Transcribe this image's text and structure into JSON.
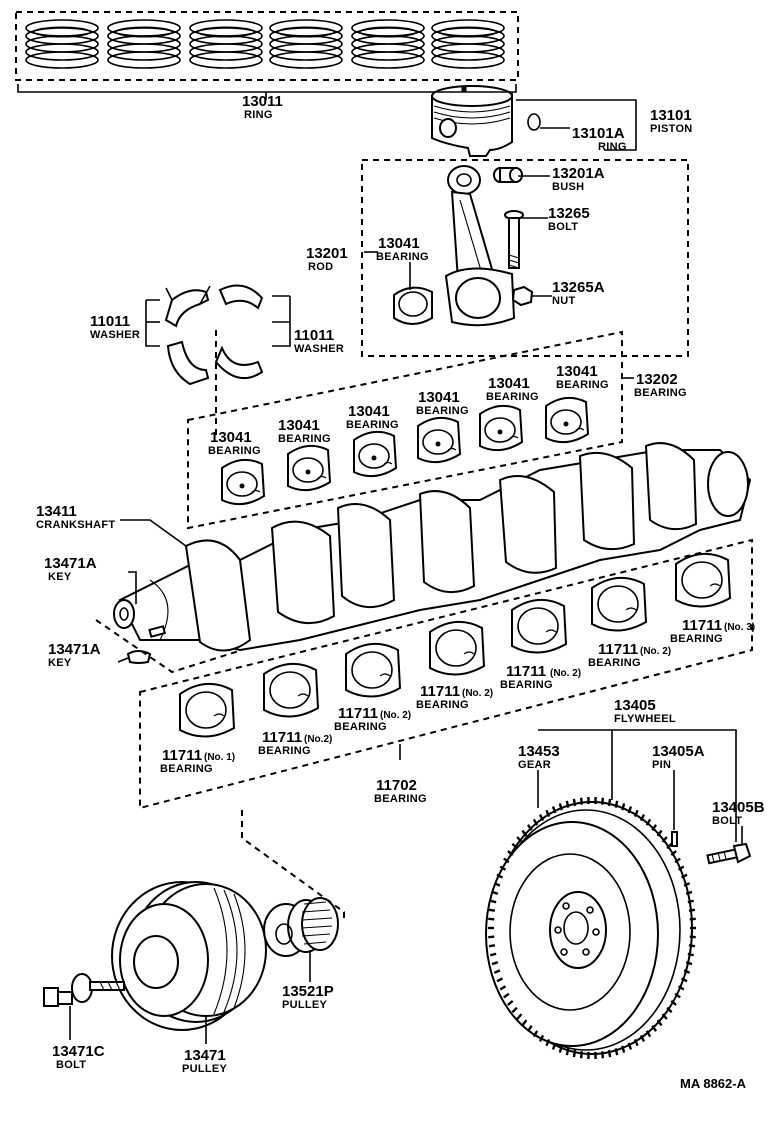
{
  "labels": {
    "ring_13011": {
      "num": "13011",
      "name": "RING"
    },
    "piston_13101": {
      "num": "13101",
      "name": "PISTON"
    },
    "ring_13101a": {
      "num": "13101A",
      "name": "RING"
    },
    "bush_13201a": {
      "num": "13201A",
      "name": "BUSH"
    },
    "bolt_13265": {
      "num": "13265",
      "name": "BOLT"
    },
    "rod_13201": {
      "num": "13201",
      "name": "ROD"
    },
    "bearing_13041_rod": {
      "num": "13041",
      "name": "BEARING"
    },
    "nut_13265a": {
      "num": "13265A",
      "name": "NUT"
    },
    "washer_11011_left": {
      "num": "11011",
      "name": "WASHER"
    },
    "washer_11011_right": {
      "num": "11011",
      "name": "WASHER"
    },
    "bearing_13202": {
      "num": "13202",
      "name": "BEARING"
    },
    "bearing_13041_a": {
      "num": "13041",
      "name": "BEARING"
    },
    "bearing_13041_b": {
      "num": "13041",
      "name": "BEARING"
    },
    "bearing_13041_c": {
      "num": "13041",
      "name": "BEARING"
    },
    "bearing_13041_d": {
      "num": "13041",
      "name": "BEARING"
    },
    "bearing_13041_e": {
      "num": "13041",
      "name": "BEARING"
    },
    "bearing_13041_f": {
      "num": "13041",
      "name": "BEARING"
    },
    "crankshaft_13411": {
      "num": "13411",
      "name": "CRANKSHAFT"
    },
    "key_13471a_top": {
      "num": "13471A",
      "name": "KEY"
    },
    "key_13471a_bottom": {
      "num": "13471A",
      "name": "KEY"
    },
    "bearing_11711_no3": {
      "num": "11711",
      "sub": "(No. 3)",
      "name": "BEARING"
    },
    "bearing_11711_no2_a": {
      "num": "11711",
      "sub": "(No. 2)",
      "name": "BEARING"
    },
    "bearing_11711_no2_b": {
      "num": "11711",
      "sub": "(No. 2)",
      "name": "BEARING"
    },
    "bearing_11711_no2_c": {
      "num": "11711",
      "sub": "(No. 2)",
      "name": "BEARING"
    },
    "bearing_11711_no2_d": {
      "num": "11711",
      "sub": "(No. 2)",
      "name": "BEARING"
    },
    "bearing_11711_no2_e": {
      "num": "11711",
      "sub": "(No.2)",
      "name": "BEARING"
    },
    "bearing_11711_no1": {
      "num": "11711",
      "sub": "(No. 1)",
      "name": "BEARING"
    },
    "bearing_11702": {
      "num": "11702",
      "name": "BEARING"
    },
    "flywheel_13405": {
      "num": "13405",
      "name": "FLYWHEEL"
    },
    "gear_13453": {
      "num": "13453",
      "name": "GEAR"
    },
    "pin_13405a": {
      "num": "13405A",
      "name": "PIN"
    },
    "bolt_13405b": {
      "num": "13405B",
      "name": "BOLT"
    },
    "pulley_13521p": {
      "num": "13521P",
      "name": "PULLEY"
    },
    "bolt_13471c": {
      "num": "13471C",
      "name": "BOLT"
    },
    "pulley_13471": {
      "num": "13471",
      "name": "PULLEY"
    }
  },
  "figure_code": "MA  8862-A"
}
